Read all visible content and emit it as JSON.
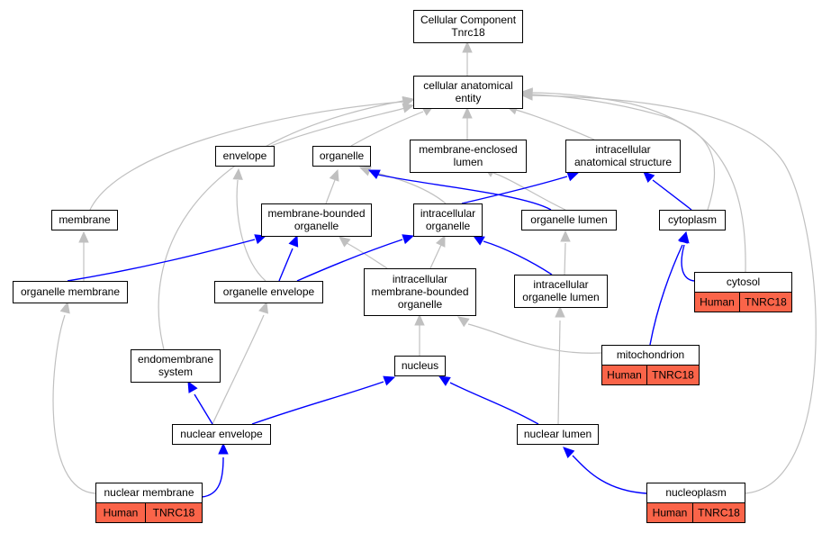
{
  "nodes": {
    "root": [
      "Cellular Component",
      "Tnrc18"
    ],
    "cae": [
      "cellular anatomical",
      "entity"
    ],
    "envelope": [
      "envelope"
    ],
    "organelle": [
      "organelle"
    ],
    "mel": [
      "membrane-enclosed",
      "lumen"
    ],
    "ias": [
      "intracellular",
      "anatomical structure"
    ],
    "membrane": [
      "membrane"
    ],
    "mbo": [
      "membrane-bounded",
      "organelle"
    ],
    "io": [
      "intracellular",
      "organelle"
    ],
    "olumen": [
      "organelle lumen"
    ],
    "cytoplasm": [
      "cytoplasm"
    ],
    "omem": [
      "organelle membrane"
    ],
    "oenv": [
      "organelle envelope"
    ],
    "imbo": [
      "intracellular",
      "membrane-bounded",
      "organelle"
    ],
    "iol": [
      "intracellular",
      "organelle lumen"
    ],
    "cytosol": [
      "cytosol"
    ],
    "mito": [
      "mitochondrion"
    ],
    "endo": [
      "endomembrane",
      "system"
    ],
    "nucleus": [
      "nucleus"
    ],
    "nenv": [
      "nuclear envelope"
    ],
    "nlumen": [
      "nuclear lumen"
    ],
    "nmem": [
      "nuclear membrane"
    ],
    "nucleoplasm": [
      "nucleoplasm"
    ]
  },
  "annotations": {
    "cytosol": [
      "Human",
      "TNRC18"
    ],
    "mito": [
      "Human",
      "TNRC18"
    ],
    "nmem": [
      "Human",
      "TNRC18"
    ],
    "nucleoplasm": [
      "Human",
      "TNRC18"
    ]
  },
  "colors": {
    "is_a_edge": "#c0c0c0",
    "part_of_edge": "#0000ff",
    "annotation_fill": "#fa6449"
  }
}
